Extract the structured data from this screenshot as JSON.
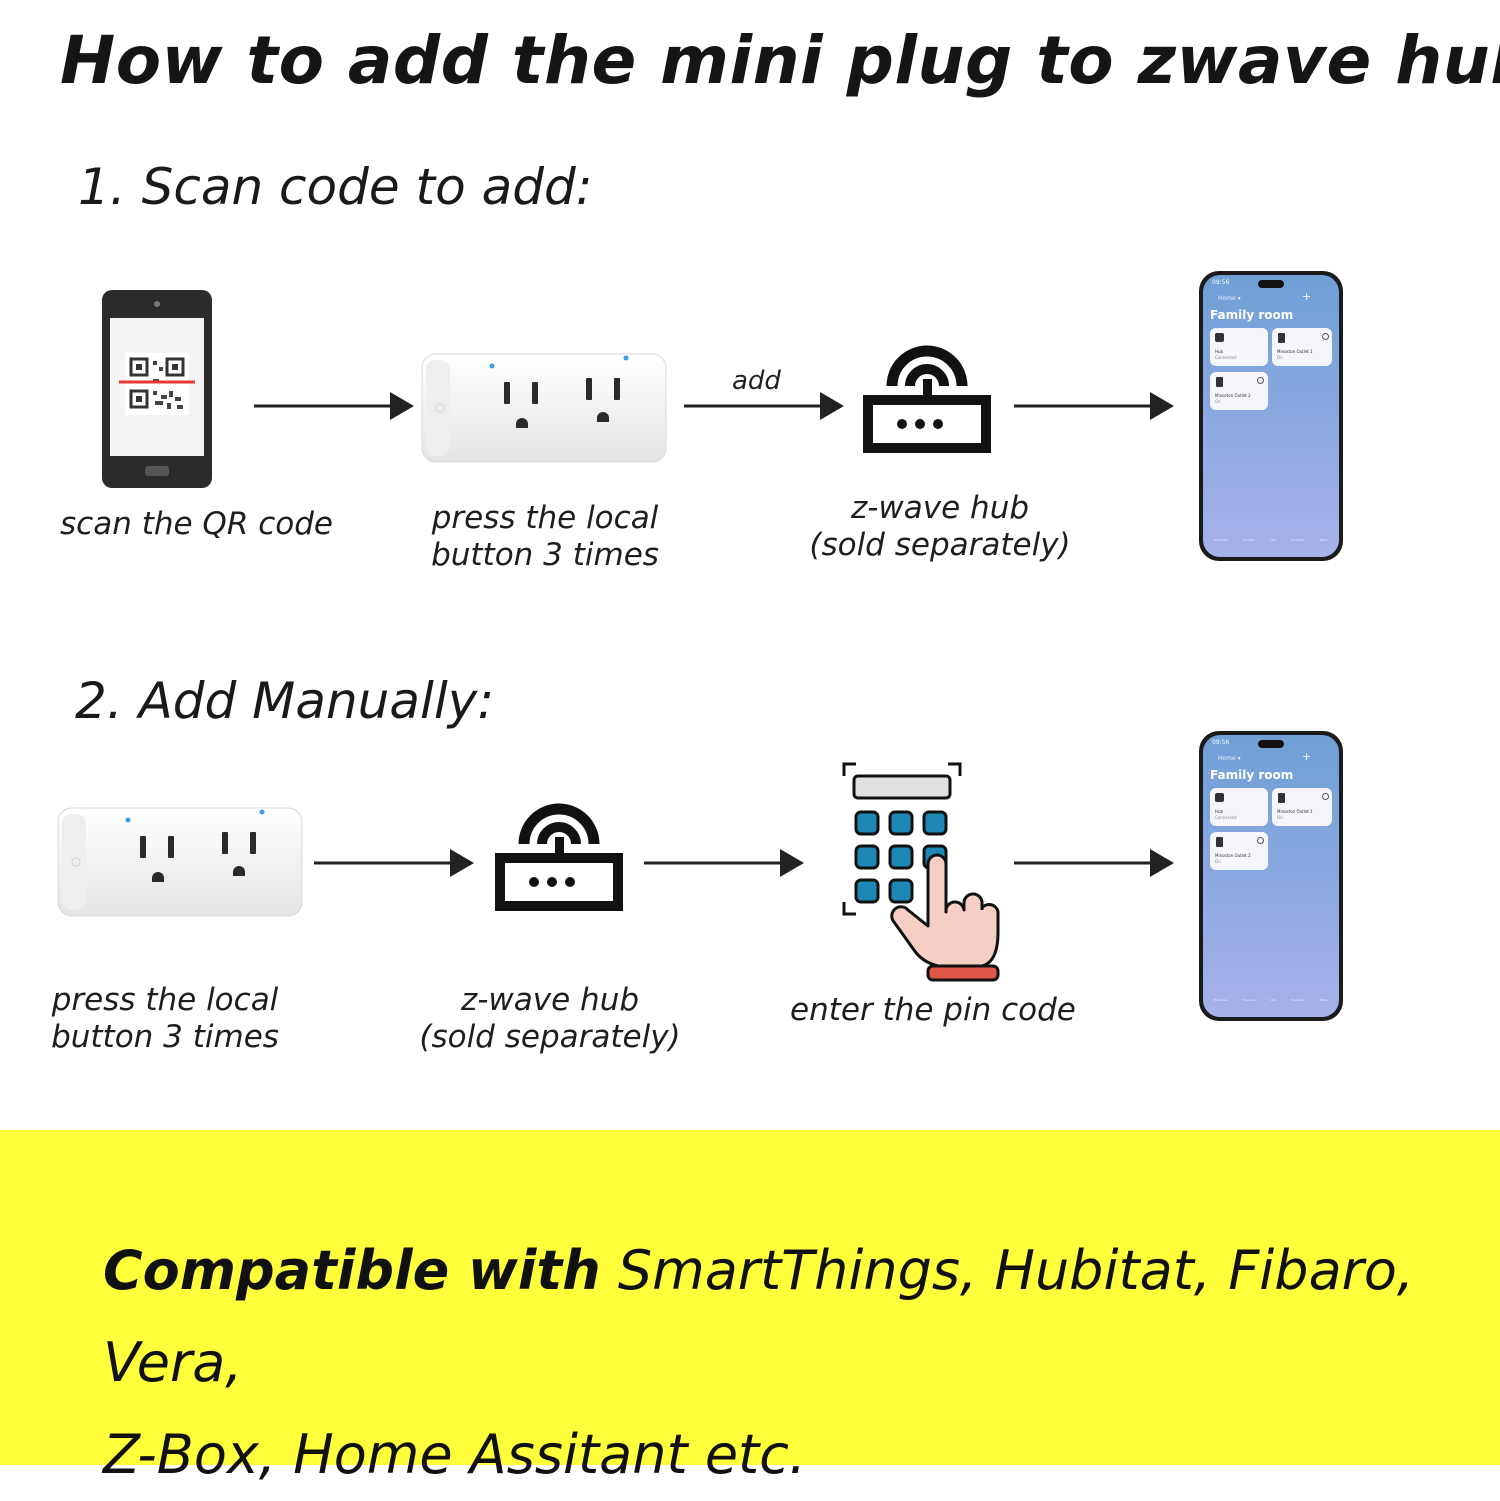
{
  "title": "How to add the mini plug to zwave hub:",
  "section1": {
    "heading": "1. Scan code to add:",
    "captions": {
      "scan": "scan the QR code",
      "press_line1": "press the local",
      "press_line2": "button 3 times",
      "hub_line1": "z-wave hub",
      "hub_line2": "(sold separately)"
    },
    "arrow_label": "add"
  },
  "section2": {
    "heading": "2. Add Manually:",
    "captions": {
      "press_line1": "press the local",
      "press_line2": "button 3 times",
      "hub_line1": "z-wave hub",
      "hub_line2": "(sold separately)",
      "pin": "enter the pin code"
    }
  },
  "app_screen": {
    "status_time": "09:56",
    "location": "Home ▾",
    "room": "Family room",
    "tiles": [
      {
        "name": "Hub",
        "status": "Connected"
      },
      {
        "name": "Minoston Outlet 1",
        "status": "On"
      },
      {
        "name": "Minoston Outlet 2",
        "status": "On"
      }
    ],
    "nav": [
      "Favorites",
      "Devices",
      "Life",
      "Routines",
      "Menu"
    ]
  },
  "banner": {
    "bold": "Compatible with",
    "rest_line1": " SmartThings, Hubitat, Fibaro, Vera,",
    "line2": "Z-Box, Home Assitant etc."
  },
  "colors": {
    "banner": "#ffff3c",
    "keypad_key": "#1e88b4",
    "hand_skin": "#f6cfc4",
    "hand_cuff": "#e0564a",
    "phone_screen_top": "#6f9fd6",
    "phone_screen_bottom": "#a7b2ea",
    "indicator_led": "#3aa0e8"
  },
  "icons": [
    "phone-qr-icon",
    "plug-icon",
    "hub-icon",
    "keypad-hand-icon",
    "arrow-icon"
  ]
}
